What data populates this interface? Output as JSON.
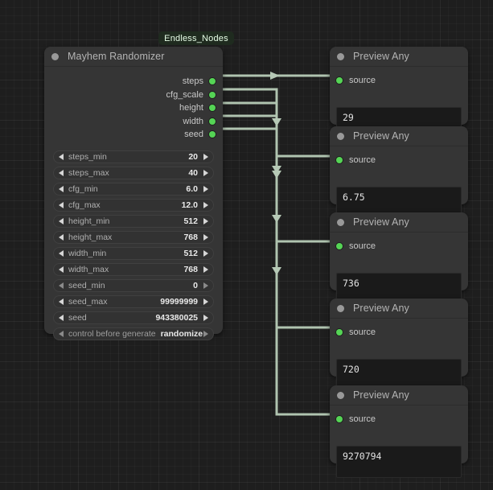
{
  "group": {
    "title": "Endless_Nodes"
  },
  "randomizer_node": {
    "title": "Mayhem Randomizer",
    "collapse_icon": "collapse-dot-icon",
    "outputs": [
      {
        "name": "steps",
        "label": "steps"
      },
      {
        "name": "cfg_scale",
        "label": "cfg_scale"
      },
      {
        "name": "height",
        "label": "height"
      },
      {
        "name": "width",
        "label": "width"
      },
      {
        "name": "seed",
        "label": "seed"
      }
    ],
    "widgets": [
      {
        "name": "steps_min",
        "label": "steps_min",
        "value": "20",
        "type": "number"
      },
      {
        "name": "steps_max",
        "label": "steps_max",
        "value": "40",
        "type": "number"
      },
      {
        "name": "cfg_min",
        "label": "cfg_min",
        "value": "6.0",
        "type": "number"
      },
      {
        "name": "cfg_max",
        "label": "cfg_max",
        "value": "12.0",
        "type": "number"
      },
      {
        "name": "height_min",
        "label": "height_min",
        "value": "512",
        "type": "number"
      },
      {
        "name": "height_max",
        "label": "height_max",
        "value": "768",
        "type": "number"
      },
      {
        "name": "width_min",
        "label": "width_min",
        "value": "512",
        "type": "number"
      },
      {
        "name": "width_max",
        "label": "width_max",
        "value": "768",
        "type": "number"
      },
      {
        "name": "seed_min",
        "label": "seed_min",
        "value": "0",
        "type": "number"
      },
      {
        "name": "seed_max",
        "label": "seed_max",
        "value": "99999999",
        "type": "number"
      },
      {
        "name": "seed",
        "label": "seed",
        "value": "943380025",
        "type": "number"
      },
      {
        "name": "control_before_generate",
        "label": "control before generate",
        "value": "randomize",
        "type": "combo"
      }
    ]
  },
  "preview_nodes": [
    {
      "title": "Preview Any",
      "input_label": "source",
      "value": "29"
    },
    {
      "title": "Preview Any",
      "input_label": "source",
      "value": "6.75"
    },
    {
      "title": "Preview Any",
      "input_label": "source",
      "value": "736"
    },
    {
      "title": "Preview Any",
      "input_label": "source",
      "value": "720"
    },
    {
      "title": "Preview Any",
      "input_label": "source",
      "value": "9270794"
    }
  ],
  "colors": {
    "canvas_bg": "#1e1e1e",
    "node_bg": "#353535",
    "node_header_border": "#2c2c2c",
    "slot_green": "#55d455",
    "link_color": "#b0c4b0",
    "group_badge_bg": "#1f2b1f",
    "preview_box_bg": "#1a1a1a"
  }
}
